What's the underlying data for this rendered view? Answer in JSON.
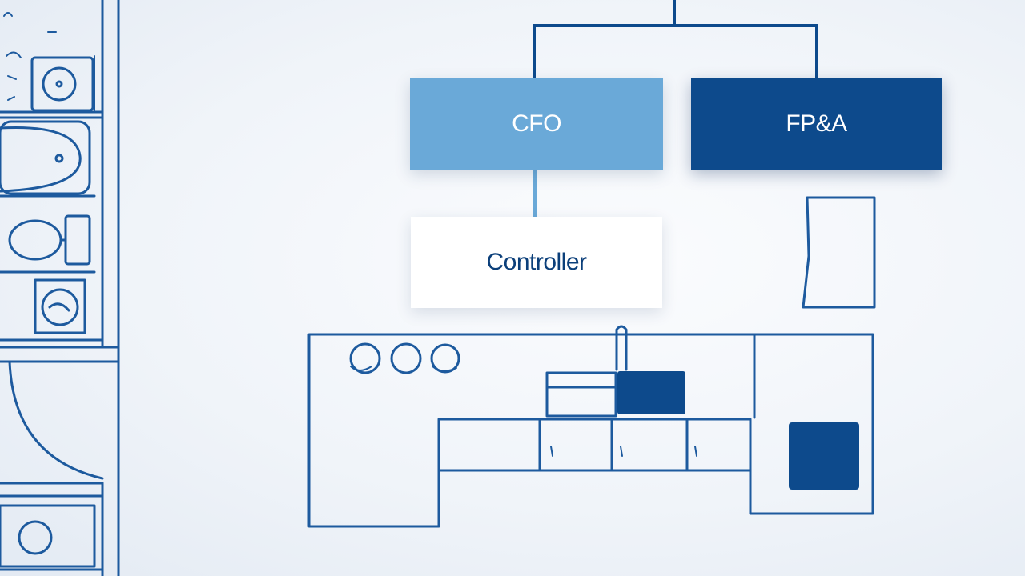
{
  "org_chart": {
    "nodes": [
      {
        "id": "cfo",
        "label": "CFO"
      },
      {
        "id": "fpa",
        "label": "FP&A"
      },
      {
        "id": "controller",
        "label": "Controller"
      }
    ],
    "edges": [
      {
        "from": "parent",
        "to": "cfo"
      },
      {
        "from": "parent",
        "to": "fpa"
      },
      {
        "from": "cfo",
        "to": "controller"
      }
    ]
  },
  "colors": {
    "light_blue": "#6aa9d8",
    "dark_blue": "#0d4a8c",
    "line_blue": "#1d5a9e",
    "white": "#ffffff",
    "text_dark": "#0b3f7a"
  }
}
